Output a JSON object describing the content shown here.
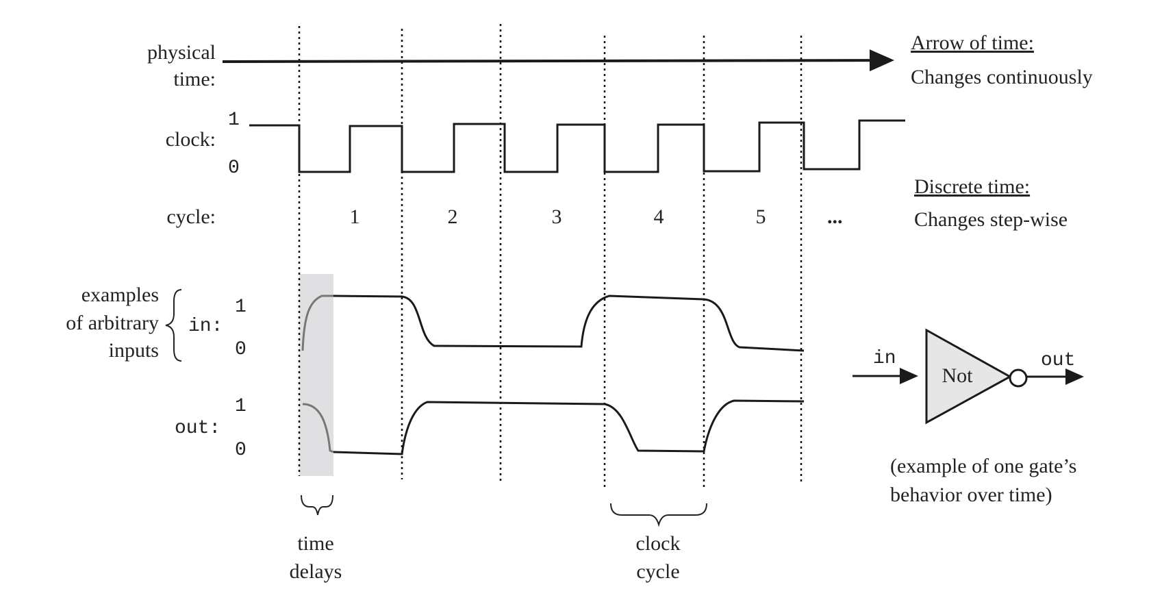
{
  "physical_time": {
    "label_line1": "physical",
    "label_line2": "time:",
    "heading": "Arrow of time:",
    "description": "Changes continuously"
  },
  "clock": {
    "label": "clock:",
    "high": "1",
    "low": "0"
  },
  "cycle": {
    "label": "cycle:",
    "numbers": [
      "1",
      "2",
      "3",
      "4",
      "5"
    ],
    "ellipsis": "...",
    "heading": "Discrete time:",
    "description": "Changes step-wise"
  },
  "inputs": {
    "annotation": [
      "examples",
      "of arbitrary",
      "inputs"
    ],
    "label": "in:",
    "high": "1",
    "low": "0"
  },
  "output": {
    "label": "out:",
    "high": "1",
    "low": "0"
  },
  "gate": {
    "name": "Not",
    "input_label": "in",
    "output_label": "out",
    "caption_line1": "(example of one gate’s",
    "caption_line2": "behavior over time)"
  },
  "annotations": {
    "time_delays": [
      "time",
      "delays"
    ],
    "clock_cycle": [
      "clock",
      "cycle"
    ]
  },
  "colors": {
    "ink": "#1a1a1a",
    "delay_shade": "#e0e0e2",
    "gate_fill": "#e6e6e6"
  }
}
